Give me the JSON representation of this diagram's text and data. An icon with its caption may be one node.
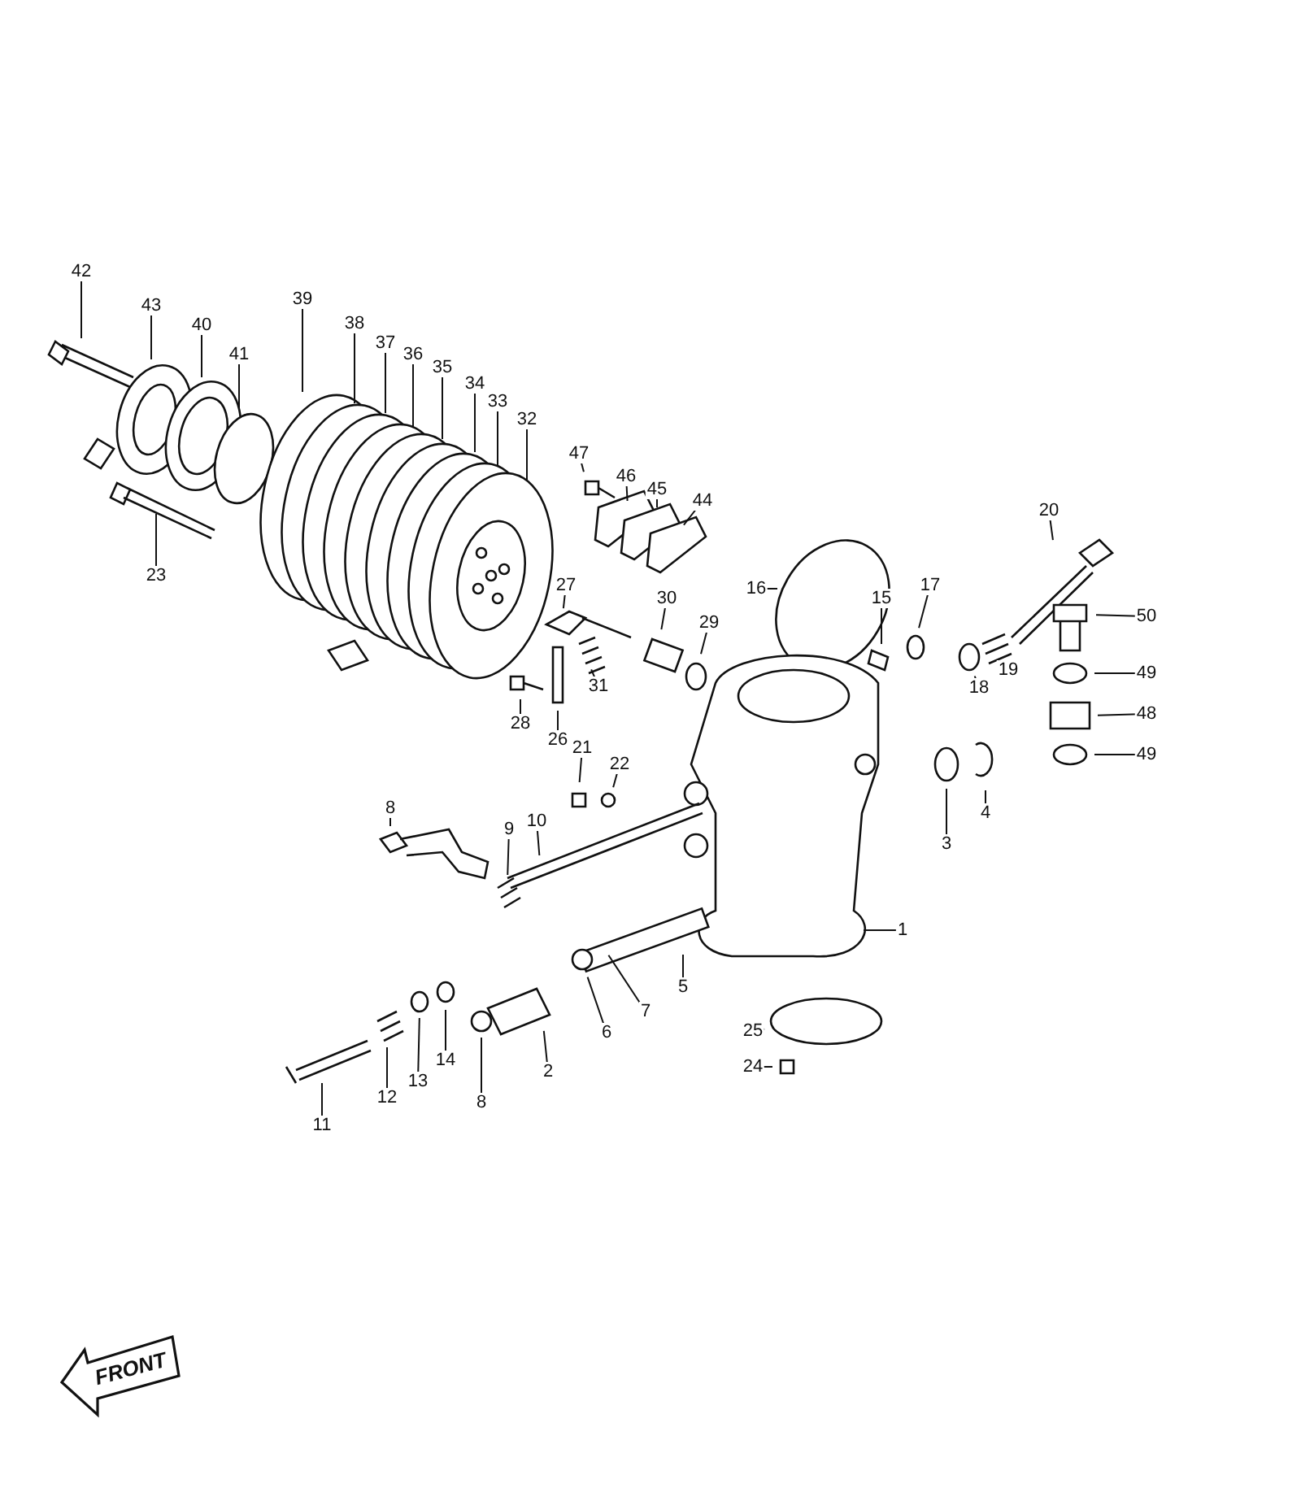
{
  "diagram": {
    "nodes": [
      {
        "text": [
          "42"
        ]
      },
      {
        "text": [
          "43"
        ]
      },
      {
        "text": [
          "40"
        ]
      },
      {
        "text": [
          "41"
        ]
      },
      {
        "text": [
          "39"
        ]
      },
      {
        "text": [
          "38"
        ]
      },
      {
        "text": [
          "37"
        ]
      },
      {
        "text": [
          "36"
        ]
      },
      {
        "text": [
          "35"
        ]
      },
      {
        "text": [
          "34"
        ]
      },
      {
        "text": [
          "33"
        ]
      },
      {
        "text": [
          "32"
        ]
      },
      {
        "text": [
          "47"
        ]
      },
      {
        "text": [
          "46"
        ]
      },
      {
        "text": [
          "45"
        ]
      },
      {
        "text": [
          "44"
        ]
      },
      {
        "text": [
          "20"
        ]
      },
      {
        "text": [
          "23"
        ]
      },
      {
        "text": [
          "27"
        ]
      },
      {
        "text": [
          "16"
        ]
      },
      {
        "text": [
          "30"
        ]
      },
      {
        "text": [
          "15"
        ]
      },
      {
        "text": [
          "17"
        ]
      },
      {
        "text": [
          "50"
        ]
      },
      {
        "text": [
          "29"
        ]
      },
      {
        "text": [
          "19"
        ]
      },
      {
        "text": [
          "49"
        ]
      },
      {
        "text": [
          "18"
        ]
      },
      {
        "text": [
          "31"
        ]
      },
      {
        "text": [
          "48"
        ]
      },
      {
        "text": [
          "28"
        ]
      },
      {
        "text": [
          "26"
        ]
      },
      {
        "text": [
          "21"
        ]
      },
      {
        "text": [
          "49"
        ]
      },
      {
        "text": [
          "22"
        ]
      },
      {
        "text": [
          "8"
        ]
      },
      {
        "text": [
          "10"
        ]
      },
      {
        "text": [
          "4"
        ]
      },
      {
        "text": [
          "9"
        ]
      },
      {
        "text": [
          "3"
        ]
      },
      {
        "text": [
          "1"
        ]
      },
      {
        "text": [
          "5"
        ]
      },
      {
        "text": [
          "7"
        ]
      },
      {
        "text": [
          "25"
        ]
      },
      {
        "text": [
          "6"
        ]
      },
      {
        "text": [
          "14"
        ]
      },
      {
        "text": [
          "24"
        ]
      },
      {
        "text": [
          "2"
        ]
      },
      {
        "text": [
          "13"
        ]
      },
      {
        "text": [
          "12"
        ]
      },
      {
        "text": [
          "8"
        ]
      },
      {
        "text": [
          "11"
        ]
      }
    ],
    "edges": [
      {
        "from": 0,
        "to": null,
        "arrow": "none"
      },
      {
        "from": 1,
        "to": null,
        "arrow": "none"
      },
      {
        "from": 2,
        "to": null,
        "arrow": "none"
      },
      {
        "from": 3,
        "to": null,
        "arrow": "none"
      },
      {
        "from": 4,
        "to": null,
        "arrow": "none"
      },
      {
        "from": 5,
        "to": null,
        "arrow": "none"
      },
      {
        "from": 6,
        "to": null,
        "arrow": "none"
      },
      {
        "from": 7,
        "to": null,
        "arrow": "none"
      },
      {
        "from": 8,
        "to": null,
        "arrow": "none"
      },
      {
        "from": 9,
        "to": null,
        "arrow": "none"
      },
      {
        "from": 10,
        "to": null,
        "arrow": "none"
      },
      {
        "from": 11,
        "to": null,
        "arrow": "none"
      },
      {
        "from": 12,
        "to": null,
        "arrow": "none"
      },
      {
        "from": 13,
        "to": null,
        "arrow": "none"
      },
      {
        "from": 14,
        "to": null,
        "arrow": "none"
      },
      {
        "from": 15,
        "to": null,
        "arrow": "none"
      },
      {
        "from": 16,
        "to": null,
        "arrow": "none"
      },
      {
        "from": 17,
        "to": null,
        "arrow": "none"
      },
      {
        "from": 18,
        "to": null,
        "arrow": "none"
      },
      {
        "from": 19,
        "to": null,
        "arrow": "none"
      },
      {
        "from": 20,
        "to": null,
        "arrow": "none"
      },
      {
        "from": 21,
        "to": null,
        "arrow": "none"
      },
      {
        "from": 22,
        "to": null,
        "arrow": "none"
      },
      {
        "from": 23,
        "to": null,
        "arrow": "none"
      },
      {
        "from": 24,
        "to": null,
        "arrow": "none"
      },
      {
        "from": 25,
        "to": null,
        "arrow": "none"
      },
      {
        "from": 26,
        "to": null,
        "arrow": "none"
      },
      {
        "from": 27,
        "to": null,
        "arrow": "none"
      },
      {
        "from": 28,
        "to": null,
        "arrow": "none"
      },
      {
        "from": 29,
        "to": null,
        "arrow": "none"
      },
      {
        "from": 30,
        "to": null,
        "arrow": "none"
      },
      {
        "from": 31,
        "to": null,
        "arrow": "none"
      },
      {
        "from": 32,
        "to": null,
        "arrow": "none"
      },
      {
        "from": 33,
        "to": null,
        "arrow": "none"
      },
      {
        "from": 34,
        "to": null,
        "arrow": "none"
      },
      {
        "from": 35,
        "to": null,
        "arrow": "none"
      },
      {
        "from": 36,
        "to": null,
        "arrow": "none"
      },
      {
        "from": 37,
        "to": null,
        "arrow": "none"
      },
      {
        "from": 38,
        "to": null,
        "arrow": "none"
      },
      {
        "from": 39,
        "to": null,
        "arrow": "none"
      },
      {
        "from": 40,
        "to": null,
        "arrow": "none"
      },
      {
        "from": 41,
        "to": null,
        "arrow": "none"
      },
      {
        "from": 42,
        "to": null,
        "arrow": "none"
      },
      {
        "from": 43,
        "to": null,
        "arrow": "none"
      },
      {
        "from": 44,
        "to": null,
        "arrow": "none"
      },
      {
        "from": 45,
        "to": null,
        "arrow": "none"
      },
      {
        "from": 46,
        "to": null,
        "arrow": "none"
      },
      {
        "from": 47,
        "to": null,
        "arrow": "none"
      },
      {
        "from": 48,
        "to": null,
        "arrow": "none"
      },
      {
        "from": 49,
        "to": null,
        "arrow": "none"
      },
      {
        "from": 50,
        "to": null,
        "arrow": "none"
      },
      {
        "from": 51,
        "to": null,
        "arrow": "none"
      }
    ],
    "labels": [
      "FRONT"
    ]
  }
}
